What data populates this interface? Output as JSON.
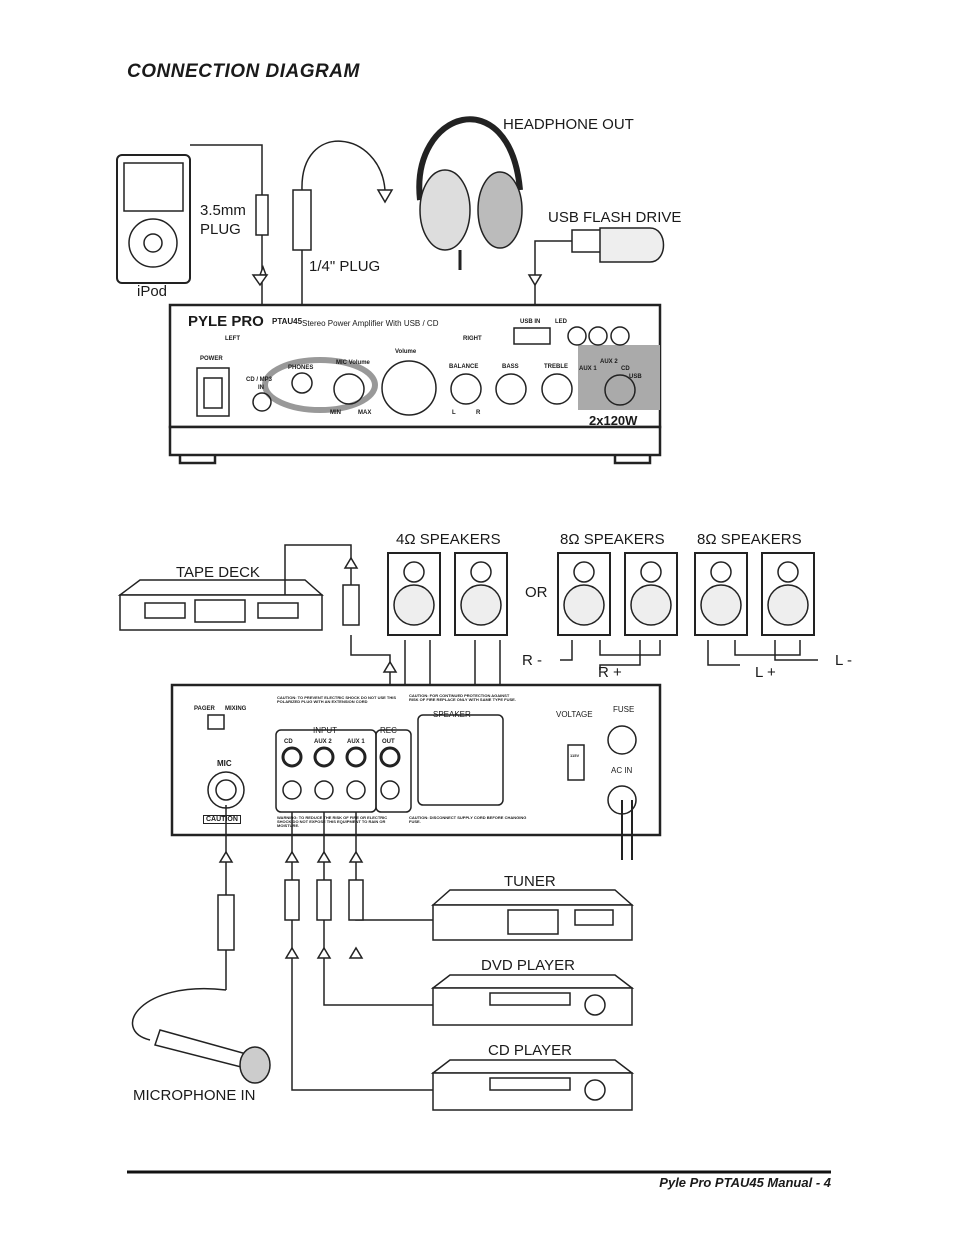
{
  "title": "CONNECTION DIAGRAM",
  "labels": {
    "headphone_out": "HEADPHONE OUT",
    "usb_flash_drive": "USB FLASH DRIVE",
    "plug_35": "3.5mm",
    "plug_35b": "PLUG",
    "plug_14": "1/4\" PLUG",
    "ipod": "iPod",
    "tape_deck": "TAPE DECK",
    "speakers4": "4Ω  SPEAKERS",
    "speakers8a": "8Ω  SPEAKERS",
    "speakers8b": "8Ω  SPEAKERS",
    "or": "OR",
    "r_minus": "R -",
    "r_plus": "R +",
    "l_plus": "L +",
    "l_minus": "L -",
    "tuner": "TUNER",
    "dvd_player": "DVD PLAYER",
    "cd_player": "CD PLAYER",
    "microphone_in": "MICROPHONE IN"
  },
  "front_panel": {
    "brand": "PYLE PRO",
    "model": "PTAU45",
    "subtitle": "Stereo  Power Amplifier With USB / CD",
    "left": "LEFT",
    "right": "RIGHT",
    "power": "POWER",
    "cd_mp3": "CD / MP3",
    "in": "IN",
    "phones": "PHONES",
    "mic_volume": "MIC Volume",
    "volume": "Volume",
    "balance": "BALANCE",
    "bass": "BASS",
    "treble": "TREBLE",
    "min": "MIN",
    "max": "MAX",
    "l": "L",
    "r": "R",
    "usb_in": "USB IN",
    "led": "LED",
    "aux1": "AUX 1",
    "aux2": "AUX 2",
    "cd": "CD",
    "usb": "USB",
    "wattage": "2x120W"
  },
  "rear_panel": {
    "pager": "PAGER",
    "mixing": "MIXING",
    "mic": "MIC",
    "caution1": "CAUTION: TO PREVENT ELECTRIC SHOCK DO NOT USE THIS POLARIZED PLUG WITH AN EXTENSION CORD",
    "caution2": "CAUTION: FOR CONTINUED PROTECTION AGAINST RISK OF FIRE REPLACE ONLY WITH SAME TYPE FUSE.",
    "input": "INPUT",
    "cd": "CD",
    "aux2": "AUX 2",
    "aux1": "AUX 1",
    "rec": "REC",
    "out": "OUT",
    "speaker": "SPEAKER",
    "voltage": "VOLTAGE",
    "fuse": "FUSE",
    "v115": "115V",
    "ac_in": "AC IN",
    "caution_box": "CAUTION",
    "warning": "WARNING: TO REDUCE THE RISK OF FIRE OR ELECTRIC SHOCK DO NOT EXPOSE THIS EQUIPMENT TO RAIN OR MOISTURE.",
    "caution3": "CAUTION: DISCONNECT SUPPLY CORD BEFORE CHANGING FUSE."
  },
  "footer": "Pyle Pro PTAU45 Manual - 4"
}
